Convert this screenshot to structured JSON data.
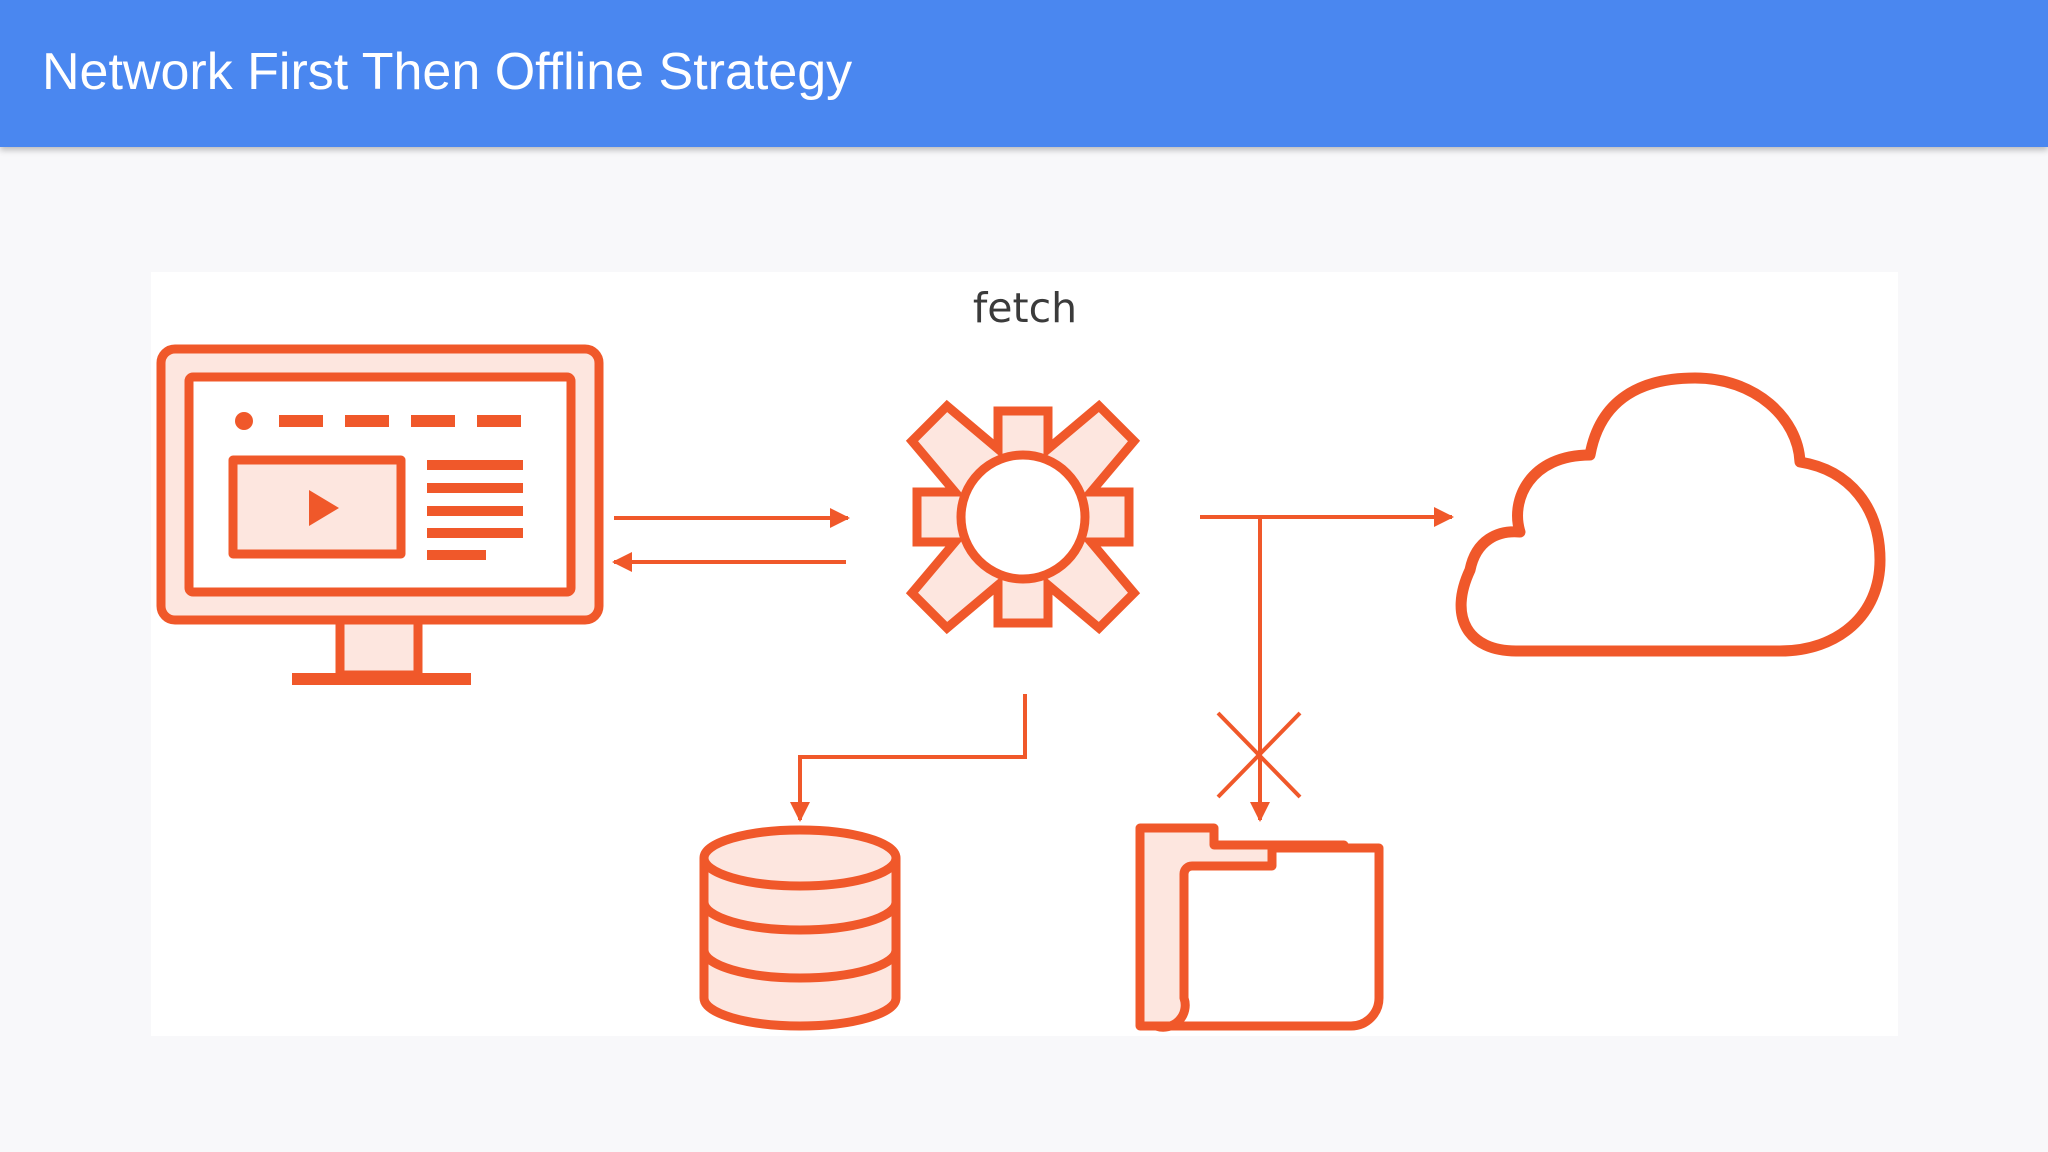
{
  "header": {
    "title": "Network First Then Offline Strategy"
  },
  "diagram": {
    "labels": {
      "fetch": "fetch"
    },
    "nodes": [
      "monitor-icon",
      "gear-icon",
      "cloud-icon",
      "database-icon",
      "folder-icon"
    ],
    "edges": [
      {
        "from": "monitor-icon",
        "to": "gear-icon",
        "style": "arrow"
      },
      {
        "from": "gear-icon",
        "to": "monitor-icon",
        "style": "arrow"
      },
      {
        "from": "gear-icon",
        "to": "cloud-icon",
        "style": "arrow"
      },
      {
        "from": "gear-icon",
        "to": "database-icon",
        "style": "arrow"
      },
      {
        "from": "gear-icon",
        "to": "folder-icon",
        "style": "arrow-blocked"
      }
    ],
    "colors": {
      "stroke": "#f0582a",
      "fill": "#fde6df",
      "header": "#4a87f0"
    }
  }
}
